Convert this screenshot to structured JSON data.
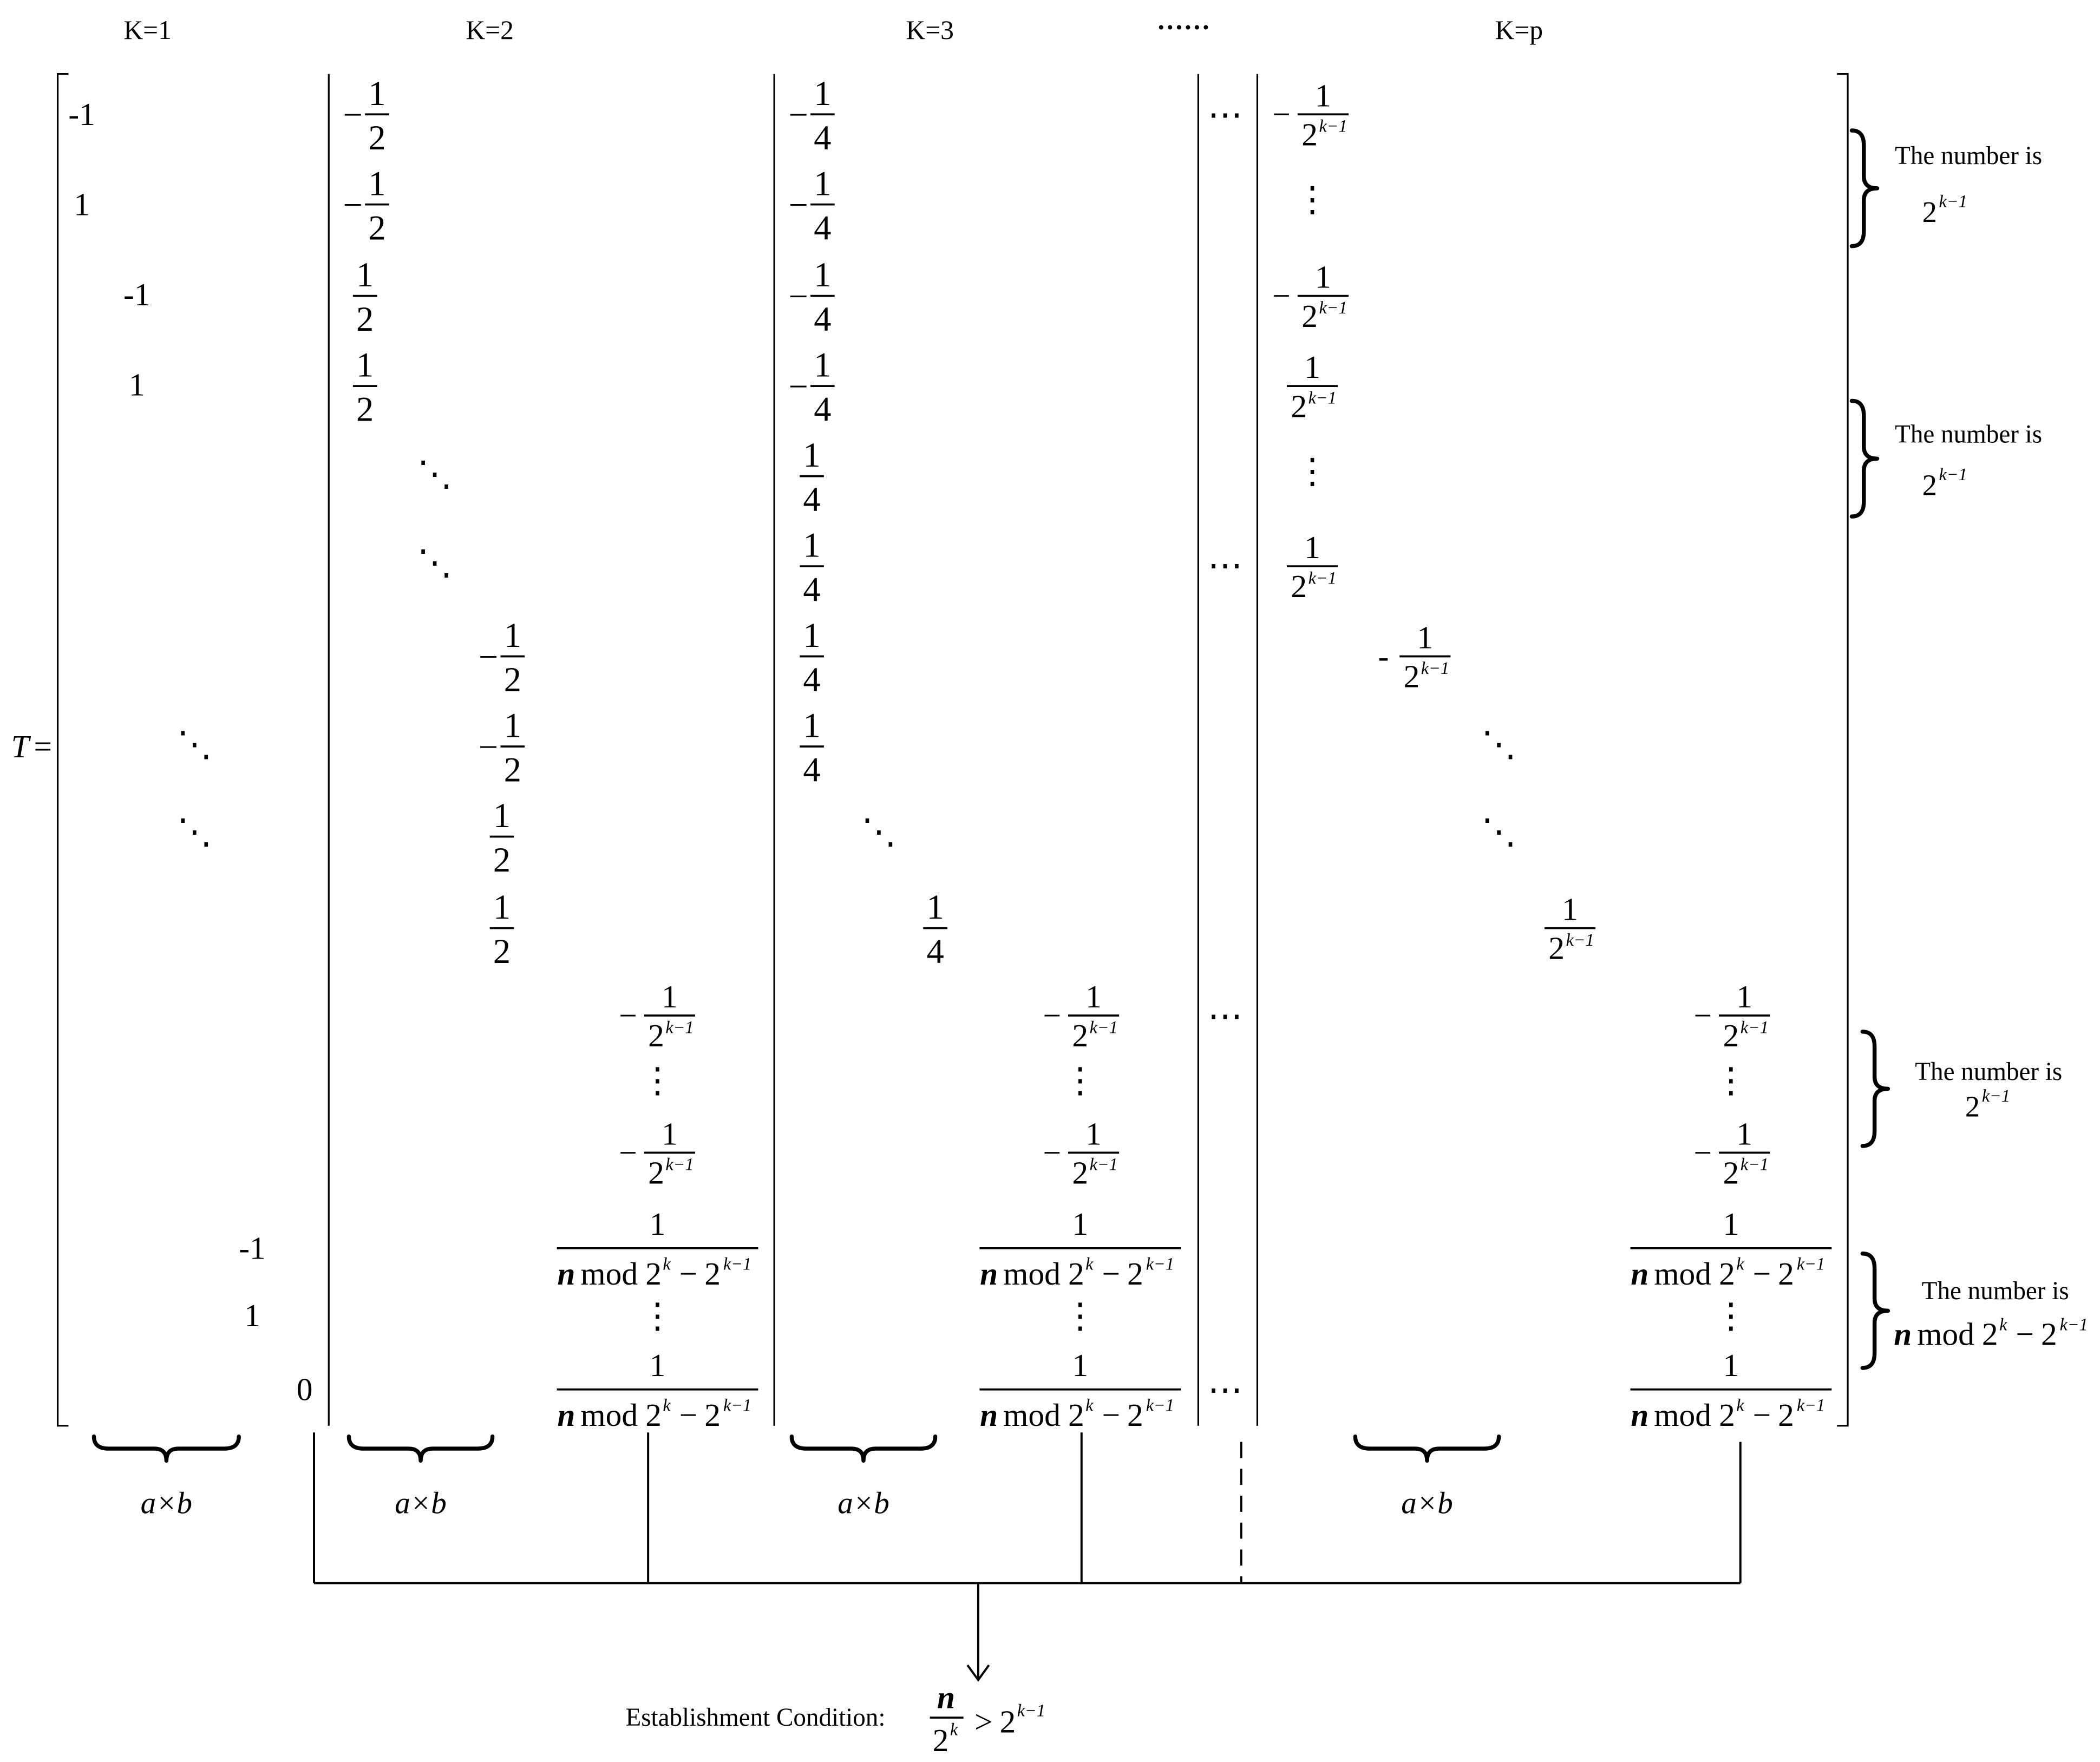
{
  "headers": {
    "k1": "K=1",
    "k2": "K=2",
    "k3": "K=3",
    "ellipsis": "······",
    "kp": "K=p"
  },
  "matrix": {
    "symbol": "T",
    "equals": "=",
    "k1": [
      {
        "text": "-1"
      },
      {
        "text": "1"
      },
      {
        "text": "-1"
      },
      {
        "text": "1"
      },
      {
        "dots": "⋱"
      },
      {
        "dots": "⋱"
      },
      {
        "text": "-1"
      },
      {
        "text": "1"
      },
      {
        "text": "0"
      }
    ],
    "k2": [
      {
        "sign": "−",
        "num": "1",
        "den": "2"
      },
      {
        "sign": "−",
        "num": "1",
        "den": "2"
      },
      {
        "num": "1",
        "den": "2"
      },
      {
        "num": "1",
        "den": "2"
      },
      {
        "dots": "⋱"
      },
      {
        "dots": "⋱"
      },
      {
        "sign": "−",
        "num": "1",
        "den": "2"
      },
      {
        "sign": "−",
        "num": "1",
        "den": "2"
      },
      {
        "num": "1",
        "den": "2"
      },
      {
        "num": "1",
        "den": "2"
      },
      {
        "sign": "−",
        "num": "1",
        "den": "2",
        "den_exp": "k−1"
      },
      {
        "dots": "⋮"
      },
      {
        "sign": "−",
        "num": "1",
        "den": "2",
        "den_exp": "k−1"
      },
      {
        "num": "1",
        "den_mod": {
          "n": "n",
          "op": "mod",
          "base": "2",
          "exp": "k",
          "minus": "−",
          "base2": "2",
          "exp2": "k−1"
        }
      },
      {
        "dots": "⋮"
      },
      {
        "num": "1",
        "den_mod": {
          "n": "n",
          "op": "mod",
          "base": "2",
          "exp": "k",
          "minus": "−",
          "base2": "2",
          "exp2": "k−1"
        }
      }
    ],
    "k3": [
      {
        "sign": "−",
        "num": "1",
        "den": "4"
      },
      {
        "sign": "−",
        "num": "1",
        "den": "4"
      },
      {
        "sign": "−",
        "num": "1",
        "den": "4"
      },
      {
        "sign": "−",
        "num": "1",
        "den": "4"
      },
      {
        "num": "1",
        "den": "4"
      },
      {
        "num": "1",
        "den": "4"
      },
      {
        "num": "1",
        "den": "4"
      },
      {
        "num": "1",
        "den": "4"
      },
      {
        "dots": "⋱"
      },
      {
        "num": "1",
        "den": "4"
      },
      {
        "sign": "−",
        "num": "1",
        "den": "2",
        "den_exp": "k−1"
      },
      {
        "dots": "⋮"
      },
      {
        "sign": "−",
        "num": "1",
        "den": "2",
        "den_exp": "k−1"
      },
      {
        "num": "1",
        "den_mod": {
          "n": "n",
          "op": "mod",
          "base": "2",
          "exp": "k",
          "minus": "−",
          "base2": "2",
          "exp2": "k−1"
        }
      },
      {
        "dots": "⋮"
      },
      {
        "num": "1",
        "den_mod": {
          "n": "n",
          "op": "mod",
          "base": "2",
          "exp": "k",
          "minus": "−",
          "base2": "2",
          "exp2": "k−1"
        }
      }
    ],
    "mid": [
      {
        "dots": "⋯"
      },
      {
        "dots": "⋯"
      },
      {
        "dots": "⋯"
      },
      {
        "dots": "⋯"
      }
    ],
    "kp": [
      {
        "sign": "−",
        "num": "1",
        "den": "2",
        "den_exp": "k−1"
      },
      {
        "dots": "⋮"
      },
      {
        "sign": "−",
        "num": "1",
        "den": "2",
        "den_exp": "k−1"
      },
      {
        "num": "1",
        "den": "2",
        "den_exp": "k−1"
      },
      {
        "dots": "⋮"
      },
      {
        "num": "1",
        "den": "2",
        "den_exp": "k−1"
      },
      {
        "sign": "-",
        "num": "1",
        "den": "2",
        "den_exp": "k−1"
      },
      {
        "dots": "⋱"
      },
      {
        "dots": "⋱"
      },
      {
        "num": "1",
        "den": "2",
        "den_exp": "k−1"
      },
      {
        "sign": "−",
        "num": "1",
        "den": "2",
        "den_exp": "k−1"
      },
      {
        "dots": "⋮"
      },
      {
        "sign": "−",
        "num": "1",
        "den": "2",
        "den_exp": "k−1"
      },
      {
        "num": "1",
        "den_mod": {
          "n": "n",
          "op": "mod",
          "base": "2",
          "exp": "k",
          "minus": "−",
          "base2": "2",
          "exp2": "k−1"
        }
      },
      {
        "dots": "⋮"
      },
      {
        "num": "1",
        "den_mod": {
          "n": "n",
          "op": "mod",
          "base": "2",
          "exp": "k",
          "minus": "−",
          "base2": "2",
          "exp2": "k−1"
        }
      }
    ]
  },
  "annotations": [
    {
      "label": "The number is",
      "base": "2",
      "exp": "k−1"
    },
    {
      "label": "The number is",
      "base": "2",
      "exp": "k−1"
    },
    {
      "label": "The number is",
      "base": "2",
      "exp": "k−1"
    },
    {
      "label": "The number is",
      "expr": {
        "n": "n",
        "op": "mod",
        "base": "2",
        "exp": "k",
        "minus": "−",
        "base2": "2",
        "exp2": "k−1"
      }
    }
  ],
  "bottom_labels": [
    "a×b",
    "a×b",
    "a×b",
    "a×b"
  ],
  "condition": {
    "label": "Establishment Condition:",
    "num": "n",
    "den": "2",
    "den_exp": "k",
    "relation": ">",
    "rhs_base": "2",
    "rhs_exp": "k−1"
  }
}
